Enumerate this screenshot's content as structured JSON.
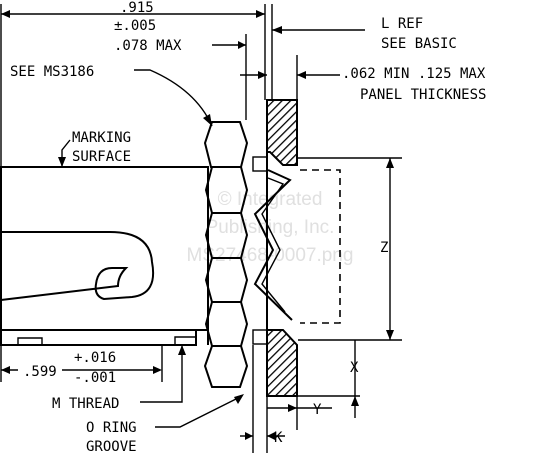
{
  "dimensions": {
    "length_top": ".915",
    "length_tol": "±.005",
    "hex_max": ".078 MAX",
    "l_ref": "L REF",
    "see_basic": "SEE BASIC",
    "panel_range": ".062 MIN .125 MAX",
    "panel_thickness": "PANEL THICKNESS",
    "offset": ".599",
    "offset_plus": "+.016",
    "offset_minus": "-.001",
    "z": "Z",
    "x": "X",
    "y": "Y",
    "k": "K"
  },
  "callouts": {
    "see_ms": "SEE MS3186",
    "marking_1": "MARKING",
    "marking_2": "SURFACE",
    "m_thread": "M THREAD",
    "oring_1": "O RING",
    "oring_2": "GROOVE"
  },
  "watermark": {
    "line1": "© Integrated",
    "line2": "Publishing, Inc.",
    "line3": "MS27468-0007.png"
  }
}
